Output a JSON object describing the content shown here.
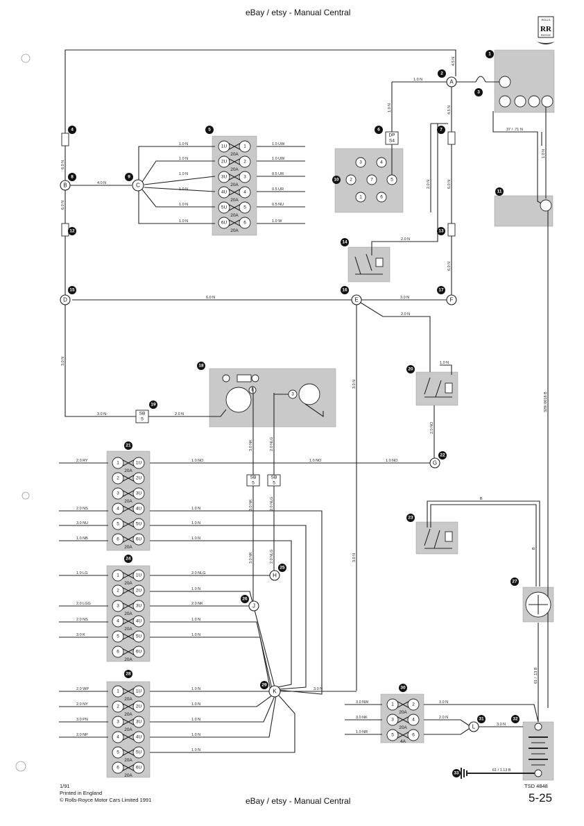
{
  "header": {
    "text": "eBay / etsy - Manual Central"
  },
  "footer": {
    "center": "eBay / etsy - Manual Central",
    "date": "1/91",
    "printed": "Printed in England",
    "copyright": "© Rolls-Royce Motor Cars Limited 1991",
    "code": "TSD 4848",
    "page": "5-25"
  },
  "logo": {
    "letters": "RR",
    "top": "ROLLS",
    "bottom": "ROYCE"
  },
  "nodes": {
    "A": "A",
    "B": "B",
    "C": "C",
    "D": "D",
    "E": "E",
    "F": "F",
    "G": "G",
    "H": "H",
    "J": "J",
    "K": "K",
    "L": "L"
  },
  "callouts": [
    "1",
    "2",
    "3",
    "4",
    "5",
    "6",
    "7",
    "8",
    "9",
    "10",
    "11",
    "12",
    "13",
    "14",
    "15",
    "16",
    "17",
    "18",
    "19",
    "20",
    "21",
    "22",
    "23",
    "24",
    "25",
    "26",
    "27",
    "28",
    "29",
    "30",
    "31",
    "32",
    "33"
  ],
  "fuse_labels": {
    "f5": [
      "1U",
      "1",
      "2U",
      "2",
      "3U",
      "3",
      "4U",
      "4",
      "5U",
      "5",
      "6U",
      "6"
    ],
    "f21": [
      "1",
      "1U",
      "2",
      "2U",
      "3",
      "3U",
      "4",
      "4U",
      "5",
      "5U",
      "6",
      "6U"
    ],
    "f24": [
      "1",
      "1U",
      "2",
      "2U",
      "3",
      "3U",
      "4",
      "4U",
      "5",
      "5U",
      "6",
      "6U"
    ],
    "f28": [
      "1",
      "1U",
      "2",
      "2U",
      "3",
      "3U",
      "4",
      "4U",
      "5",
      "5U",
      "6",
      "6U"
    ],
    "f30": [
      "1",
      "2",
      "3",
      "4",
      "5",
      "6"
    ],
    "amp": "20A",
    "amp4": "4A"
  },
  "connector10": [
    "3",
    "4",
    "2",
    "7",
    "5",
    "1",
    "6"
  ],
  "component18": [
    "8",
    "3"
  ],
  "relay_boxes": {
    "dp": [
      "DP",
      "S4"
    ],
    "sb": [
      "SB",
      "5"
    ]
  },
  "wires": {
    "w_ac_top": "1.0 N",
    "w_a_right": "4.5 N",
    "w_a_down": "4.5 N",
    "w_6_up": "1.0 N",
    "w_4": "6.0 N",
    "w_b8": "6.0 N",
    "w_bc": "4.0 N",
    "w_c1": "1.0 N",
    "w_c2": "1.0 N",
    "w_c3": "1.0 N",
    "w_c4": "1.0 N",
    "w_c5": "1.0 N",
    "w_c6": "1.0 N",
    "w_o1": "1.0 UW",
    "w_o2": "1.0 UW",
    "w_o3": "0.5 UR",
    "w_o4": "0.5 UR",
    "w_o5": "0.5 NU",
    "w_o6": "1.0 W",
    "w_7_2n": "2.0 N",
    "w_7_6n": "6.0 N",
    "w_14": "2.0 N",
    "w_f_up": "6.0 N",
    "w_37": "37 / .71 N",
    "w_10n_r": "1.0 N",
    "w_de": "6.0 N",
    "w_ef": "3.0 N",
    "w_e19": "2.0 N",
    "w_19top": "1.0 N",
    "w_d_down": "3.0 N",
    "w_d_20": "3.0 N-",
    "w_20_18": "2.0 N",
    "w_e_down": "3.0 N",
    "w_19_22": "2.0 NO",
    "w_329": "329/.0018 B",
    "w_18_nk": "3.0 NK",
    "w_18_nlg": "2.0 NLG",
    "w_21_in1": "2.0 RY",
    "w_21_out1": "1.0 NO",
    "w_g_mid": "1.0 NO",
    "w_g_r": "1.0 NO",
    "w_21_in4": "2.0 NS",
    "w_21_out4": "1.0 N",
    "w_21_in5": "3.0 NU",
    "w_21_out5": "1.0 N",
    "w_21_in6": "1.0 NB",
    "w_21_out6": "1.0 N",
    "w_sb_nk": "3.0 NK",
    "w_sb_nlg": "2.0 NLG",
    "w_nk_j": "3.0 NK",
    "w_nlg_h": "2.0 NLG",
    "w_24_in1": "1.0 LG",
    "w_24_out1": "2.0 NLG",
    "w_24_out2": "1.0 N",
    "w_24_in3": "2.0 LGG",
    "w_24_out3": "2.0 NK",
    "w_24_in4": "2.0 NS",
    "w_24_out4": "1.0 N",
    "w_24_in5": "3.0 K",
    "w_24_out5": "1.0 N",
    "w_23_top": "B",
    "w_23_right": "B",
    "w_28_in1": "2.0 WP",
    "w_28_out1": "1.0 N",
    "w_28_in2": "2.0 NY",
    "w_28_out2": "1.0 N",
    "w_28_in3": "3.0 PN",
    "w_28_out3": "1.0 N",
    "w_28_in4": "2.0 NP",
    "w_28_out4": "1.0 N",
    "w_28_out5": "1.0 N",
    "w_k_e": "3.0 N",
    "w_30_in1": "3.0 NW",
    "w_30_out1": "3.0 N",
    "w_30_in2": "3.0 NK",
    "w_30_out2": "2.0 N",
    "w_30_in3": "1.0 NR",
    "w_l_32": "3.0 N",
    "w_61": "61 / .13 B",
    "w_33": "61 / 1.13 B"
  }
}
